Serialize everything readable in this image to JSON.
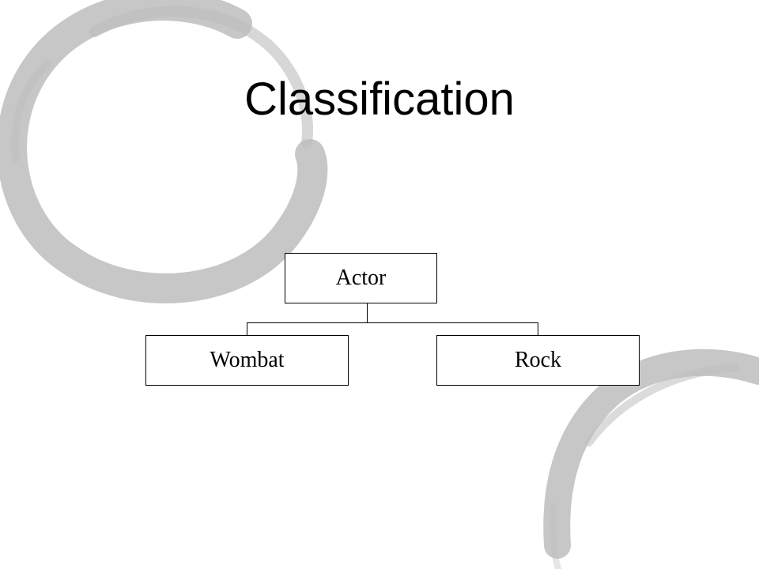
{
  "slide": {
    "title": "Classification",
    "background_color": "#ffffff",
    "swirl_color": "#bdbdbd"
  },
  "diagram": {
    "type": "hierarchy",
    "root": {
      "label": "Actor"
    },
    "children": [
      {
        "label": "Wombat"
      },
      {
        "label": "Rock"
      }
    ]
  }
}
